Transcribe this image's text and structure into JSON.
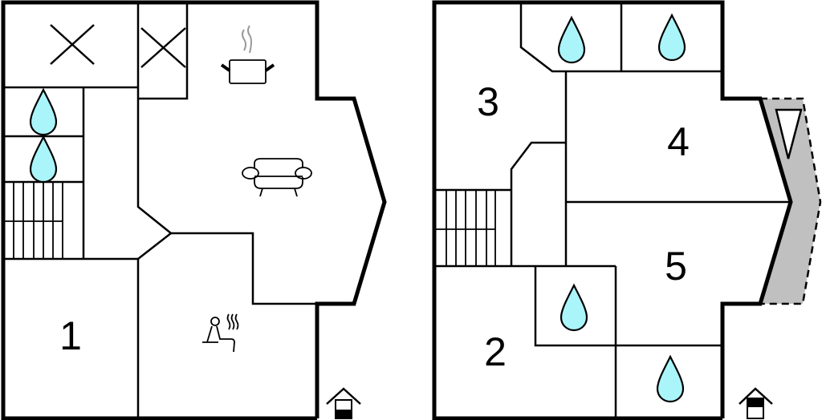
{
  "floorplan": {
    "ground_floor": {
      "rooms": [
        {
          "label": "1"
        }
      ],
      "icons": [
        "closed-area-x-icon",
        "closed-area-x-icon",
        "shower-drop-icon",
        "shower-drop-icon",
        "stairs-icon",
        "kitchen-pot-icon",
        "sofa-icon",
        "sauna-icon",
        "entrance-icon"
      ]
    },
    "upper_floor": {
      "rooms": [
        {
          "label": "2"
        },
        {
          "label": "3"
        },
        {
          "label": "4"
        },
        {
          "label": "5"
        }
      ],
      "icons": [
        "shower-drop-icon",
        "shower-drop-icon",
        "shower-drop-icon",
        "shower-drop-icon",
        "stairs-icon",
        "balcony-icon",
        "entrance-icon"
      ]
    },
    "colors": {
      "water": "#aaf5fa",
      "balcony": "#c0c0c0",
      "wall": "#000000"
    }
  }
}
